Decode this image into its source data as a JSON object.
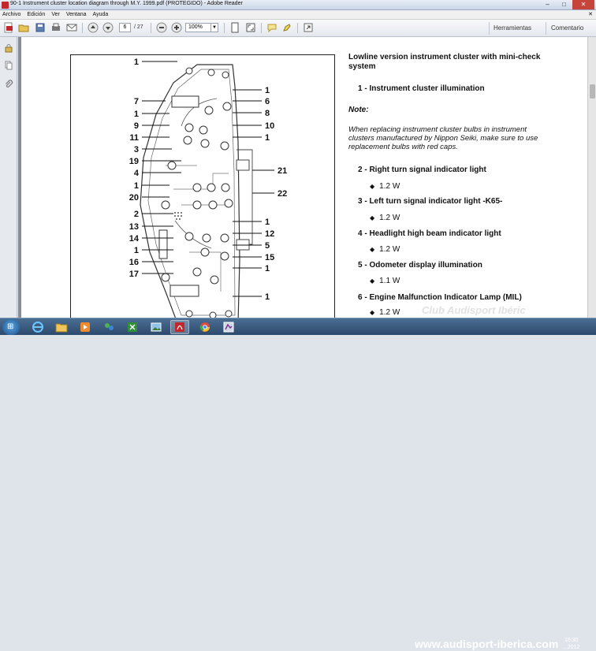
{
  "window": {
    "title": "90-1 Instrument cluster location diagram through M.Y. 1999.pdf (PROTEGIDO) - Adobe Reader"
  },
  "menu": [
    "Archivo",
    "Edición",
    "Ver",
    "Ventana",
    "Ayuda"
  ],
  "toolbar": {
    "page_current": "6",
    "page_total": "/ 27",
    "zoom": "100%",
    "herramientas": "Herramientas",
    "comentario": "Comentario"
  },
  "document": {
    "heading": "Lowline version instrument cluster with mini-check system",
    "item1": "1 - Instrument cluster illumination",
    "note_label": "Note:",
    "note_text": "When replacing instrument cluster bulbs in instrument clusters manufactured by Nippon Seiki, make sure to use replacement bulbs with red caps.",
    "items": [
      {
        "label": "2 - Right turn signal indicator light",
        "spec": "1.2 W"
      },
      {
        "label": "3 - Left turn signal indicator light -K65-",
        "spec": "1.2 W"
      },
      {
        "label": "4 - Headlight high beam indicator light",
        "spec": "1.2 W"
      },
      {
        "label": "5 - Odometer display illumination",
        "spec": "1.1 W"
      },
      {
        "label": "6 - Engine Malfunction Indicator Lamp (MIL)",
        "spec": "1.2 W"
      }
    ],
    "diagram": {
      "left_labels": [
        "1",
        "7",
        "1",
        "9",
        "11",
        "3",
        "19",
        "4",
        "1",
        "20",
        "2",
        "13",
        "14",
        "1",
        "16",
        "17"
      ],
      "right_labels": [
        "1",
        "6",
        "8",
        "10",
        "1",
        "21",
        "22",
        "1",
        "12",
        "5",
        "15",
        "1",
        "1"
      ]
    }
  },
  "watermark": {
    "ghost": "Club Audisport Ibéric",
    "url": "www.audisport-iberica.com"
  },
  "taskbar": {
    "time": "16:30",
    "date": "...2012"
  }
}
